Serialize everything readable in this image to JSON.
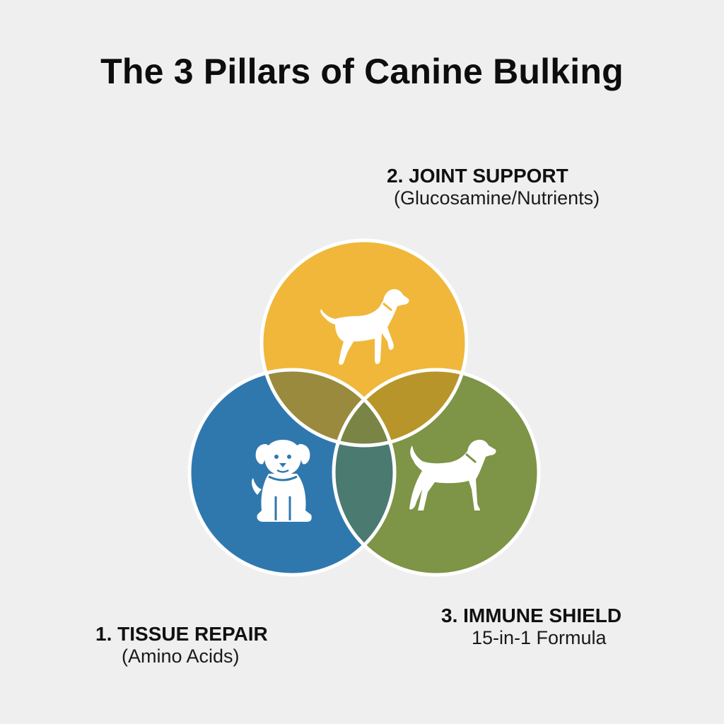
{
  "title": "The 3 Pillars of Canine Bulking",
  "pillars": [
    {
      "number": "1.",
      "heading": "1. TISSUE REPAIR",
      "subtitle": "(Amino Acids)",
      "color": "#2f78ae",
      "icon": "sitting-puppy-icon"
    },
    {
      "number": "2.",
      "heading": "2. JOINT SUPPORT",
      "subtitle": "(Glucosamine/Nutrients)",
      "color": "#f0b73a",
      "icon": "walking-dog-icon"
    },
    {
      "number": "3.",
      "heading": "3. IMMUNE SHIELD",
      "subtitle": "15-in-1 Formula",
      "color": "#7e9446",
      "icon": "standing-dog-icon"
    }
  ],
  "overlap_colors": {
    "joint_tissue": "#9a8a3e",
    "joint_immune": "#b8952a",
    "tissue_immune": "#4a7a70",
    "center": "#7a8445"
  },
  "background": "#efefef"
}
